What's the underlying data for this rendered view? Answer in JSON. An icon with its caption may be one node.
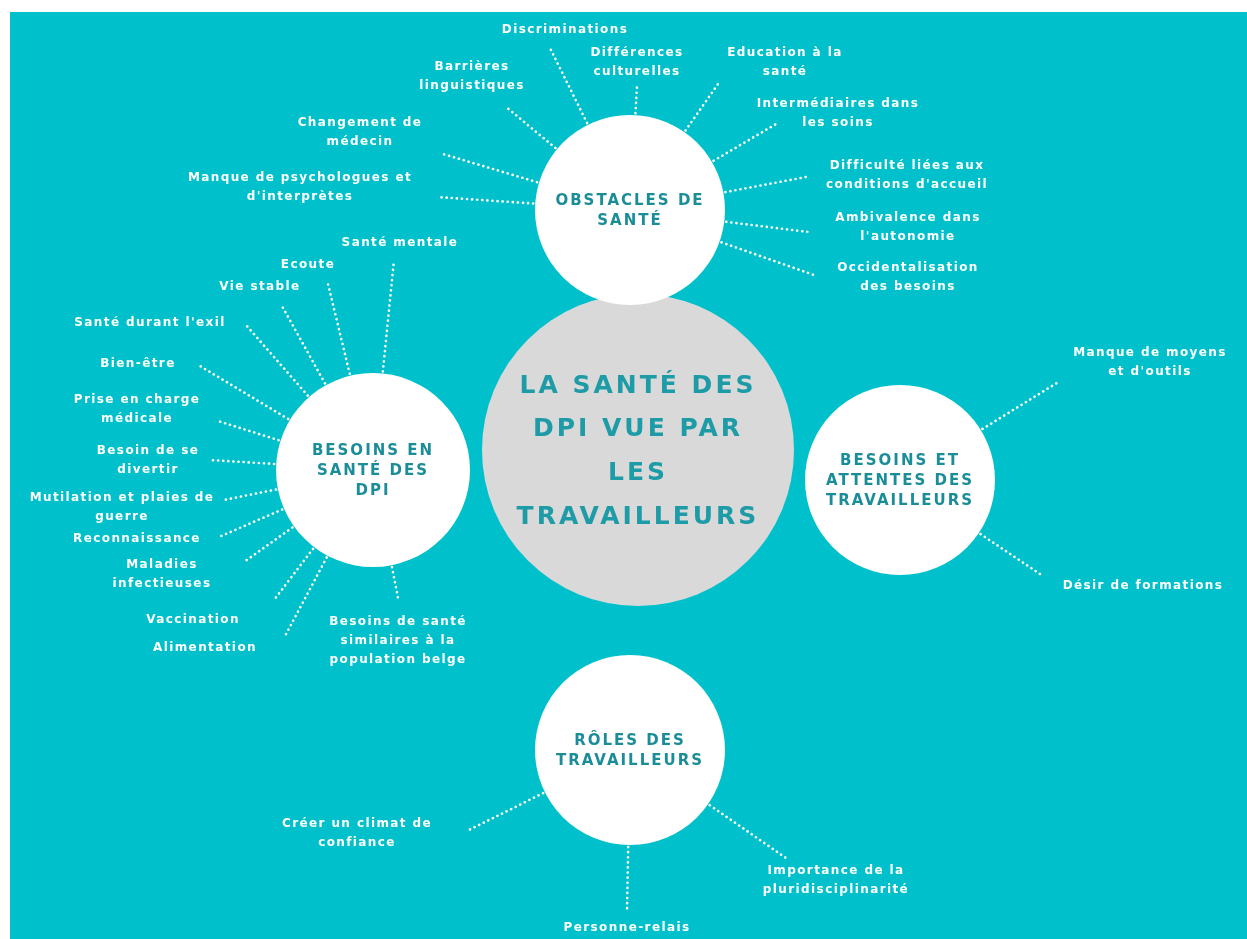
{
  "diagram": {
    "nodes": [
      {
        "text": [
          "LA SANTÉ DES DPI VUE PAR LES TRAVAILLEURS"
        ]
      },
      {
        "text": [
          "OBSTACLES DE SANTÉ"
        ]
      },
      {
        "text": [
          "Discriminations"
        ]
      },
      {
        "text": [
          "Barrières linguistiques"
        ]
      },
      {
        "text": [
          "Différences culturelles"
        ]
      },
      {
        "text": [
          "Education à la santé"
        ]
      },
      {
        "text": [
          "Intermédiaires dans les soins"
        ]
      },
      {
        "text": [
          "Changement de médecin"
        ]
      },
      {
        "text": [
          "Manque de psychologues et d'interprètes"
        ]
      },
      {
        "text": [
          "Difficulté liées aux conditions d'accueil"
        ]
      },
      {
        "text": [
          "Ambivalence dans l'autonomie"
        ]
      },
      {
        "text": [
          "Occidentalisation des besoins"
        ]
      },
      {
        "text": [
          "BESOINS EN SANTÉ DES DPI"
        ]
      },
      {
        "text": [
          "Santé mentale"
        ]
      },
      {
        "text": [
          "Ecoute"
        ]
      },
      {
        "text": [
          "Vie stable"
        ]
      },
      {
        "text": [
          "Santé durant l'exil"
        ]
      },
      {
        "text": [
          "Bien-être"
        ]
      },
      {
        "text": [
          "Prise en charge médicale"
        ]
      },
      {
        "text": [
          "Besoin de se divertir"
        ]
      },
      {
        "text": [
          "Mutilation et plaies de guerre"
        ]
      },
      {
        "text": [
          "Reconnaissance"
        ]
      },
      {
        "text": [
          "Maladies infectieuses"
        ]
      },
      {
        "text": [
          "Vaccination"
        ]
      },
      {
        "text": [
          "Alimentation"
        ]
      },
      {
        "text": [
          "Besoins de santé similaires à la population belge"
        ]
      },
      {
        "text": [
          "BESOINS ET ATTENTES DES TRAVAILLEURS"
        ]
      },
      {
        "text": [
          "Manque de moyens et d'outils"
        ]
      },
      {
        "text": [
          "Désir de formations"
        ]
      },
      {
        "text": [
          "RÔLES DES TRAVAILLEURS"
        ]
      },
      {
        "text": [
          "Créer un climat de confiance"
        ]
      },
      {
        "text": [
          "Personne-relais"
        ]
      },
      {
        "text": [
          "Importance de la pluridisciplinarité"
        ]
      }
    ],
    "edges": [
      {
        "from": 1,
        "to": 2,
        "arrow": "none"
      },
      {
        "from": 1,
        "to": 3,
        "arrow": "none"
      },
      {
        "from": 1,
        "to": 4,
        "arrow": "none"
      },
      {
        "from": 1,
        "to": 5,
        "arrow": "none"
      },
      {
        "from": 1,
        "to": 6,
        "arrow": "none"
      },
      {
        "from": 1,
        "to": 7,
        "arrow": "none"
      },
      {
        "from": 1,
        "to": 8,
        "arrow": "none"
      },
      {
        "from": 1,
        "to": 9,
        "arrow": "none"
      },
      {
        "from": 1,
        "to": 10,
        "arrow": "none"
      },
      {
        "from": 1,
        "to": 11,
        "arrow": "none"
      },
      {
        "from": 12,
        "to": 13,
        "arrow": "none"
      },
      {
        "from": 12,
        "to": 14,
        "arrow": "none"
      },
      {
        "from": 12,
        "to": 15,
        "arrow": "none"
      },
      {
        "from": 12,
        "to": 16,
        "arrow": "none"
      },
      {
        "from": 12,
        "to": 17,
        "arrow": "none"
      },
      {
        "from": 12,
        "to": 18,
        "arrow": "none"
      },
      {
        "from": 12,
        "to": 19,
        "arrow": "none"
      },
      {
        "from": 12,
        "to": 20,
        "arrow": "none"
      },
      {
        "from": 12,
        "to": 21,
        "arrow": "none"
      },
      {
        "from": 12,
        "to": 22,
        "arrow": "none"
      },
      {
        "from": 12,
        "to": 23,
        "arrow": "none"
      },
      {
        "from": 12,
        "to": 24,
        "arrow": "none"
      },
      {
        "from": 12,
        "to": 25,
        "arrow": "none"
      },
      {
        "from": 26,
        "to": 27,
        "arrow": "none"
      },
      {
        "from": 26,
        "to": 28,
        "arrow": "none"
      },
      {
        "from": 29,
        "to": 30,
        "arrow": "none"
      },
      {
        "from": 29,
        "to": 31,
        "arrow": "none"
      },
      {
        "from": 29,
        "to": 32,
        "arrow": "none"
      }
    ]
  }
}
